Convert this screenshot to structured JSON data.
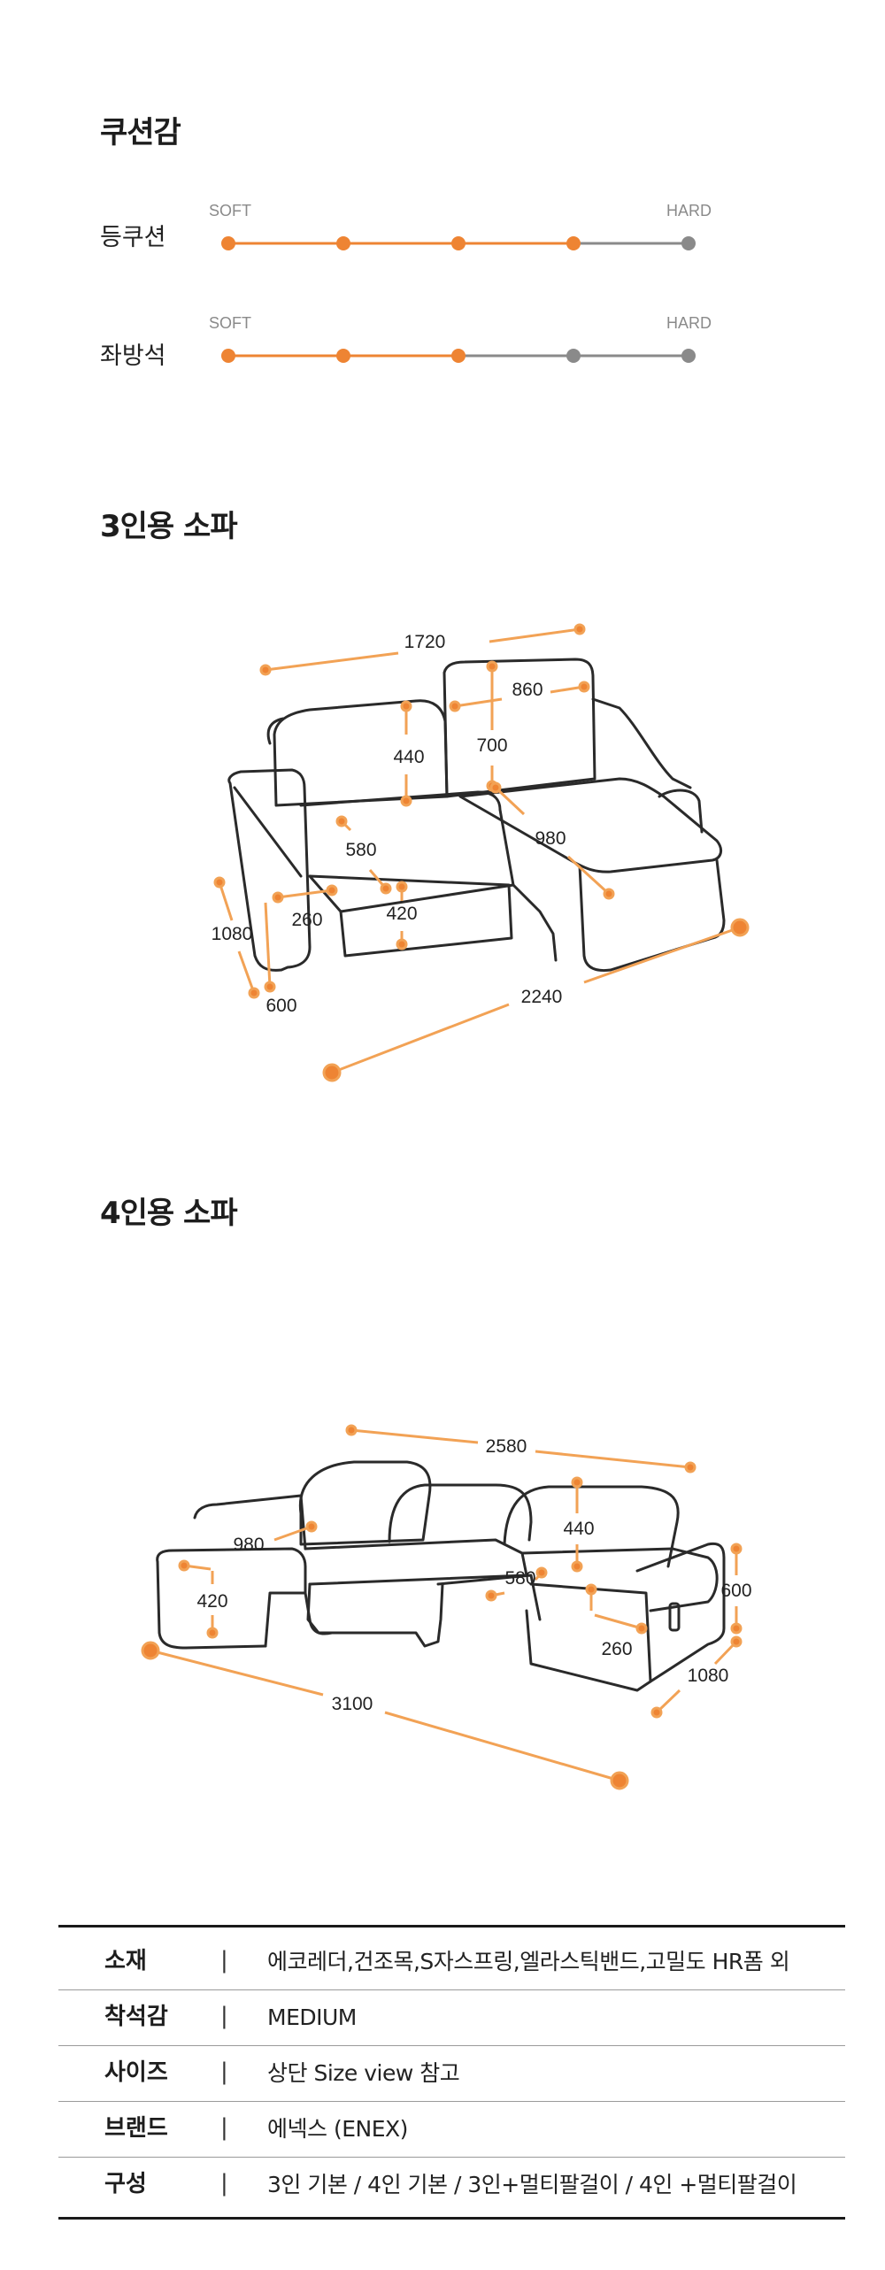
{
  "cushion": {
    "title": "쿠션감",
    "rows": [
      {
        "label": "등쿠션",
        "soft": "SOFT",
        "hard": "HARD",
        "level": 4,
        "max": 5
      },
      {
        "label": "좌방석",
        "soft": "SOFT",
        "hard": "HARD",
        "level": 3,
        "max": 5
      }
    ],
    "colors": {
      "active": "#EE8433",
      "inactive": "#8A8A8A"
    }
  },
  "sofa3": {
    "title": "3인용 소파",
    "dims": {
      "d1720": "1720",
      "d860": "860",
      "d440": "440",
      "d700": "700",
      "d580": "580",
      "d980": "980",
      "d260": "260",
      "d420": "420",
      "d1080": "1080",
      "d600": "600",
      "d2240": "2240"
    }
  },
  "sofa4": {
    "title": "4인용 소파",
    "dims": {
      "d2580": "2580",
      "d440": "440",
      "d980": "980",
      "d580": "580",
      "d420": "420",
      "d600": "600",
      "d260": "260",
      "d1080": "1080",
      "d3100": "3100"
    }
  },
  "specs": {
    "separator": "|",
    "rows": [
      {
        "label": "소재",
        "value": "에코레더,건조목,S자스프링,엘라스틱밴드,고밀도 HR폼 외"
      },
      {
        "label": "착석감",
        "value": "MEDIUM"
      },
      {
        "label": "사이즈",
        "value": "상단 Size view  참고"
      },
      {
        "label": "브랜드",
        "value": "에넥스 (ENEX)"
      },
      {
        "label": "구성",
        "value": "3인 기본 / 4인 기본 / 3인+멀티팔걸이 / 4인 +멀티팔걸이"
      }
    ]
  }
}
